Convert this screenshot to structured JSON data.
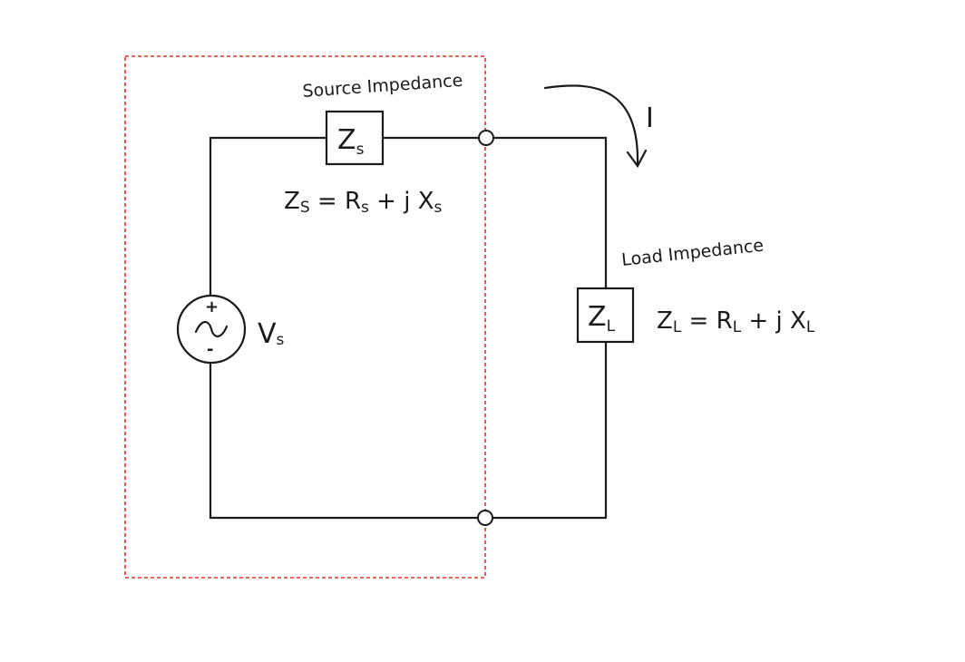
{
  "labels": {
    "source_impedance": "Source Impedance",
    "load_impedance": "Load Impedance",
    "current": "I",
    "source_box": {
      "main": "Z",
      "sub": "s"
    },
    "load_box": {
      "main": "Z",
      "sub": "L"
    },
    "source_voltage": {
      "main": "V",
      "sub": "s"
    },
    "plus": "+",
    "minus": "-",
    "ac_symbol": "~",
    "source_equation": {
      "lhs": "Z",
      "lhs_sub": "S",
      "eq": " = ",
      "r": "R",
      "r_sub": "s",
      "plus_j": " + j ",
      "x": "X",
      "x_sub": "s"
    },
    "load_equation": {
      "lhs": "Z",
      "lhs_sub": "L",
      "eq": " = ",
      "r": "R",
      "r_sub": "L",
      "plus_j": " + j ",
      "x": "X",
      "x_sub": "L"
    }
  },
  "colors": {
    "wire": "#1a1a1a",
    "source_boundary": "#e0302a",
    "background": "#ffffff"
  }
}
